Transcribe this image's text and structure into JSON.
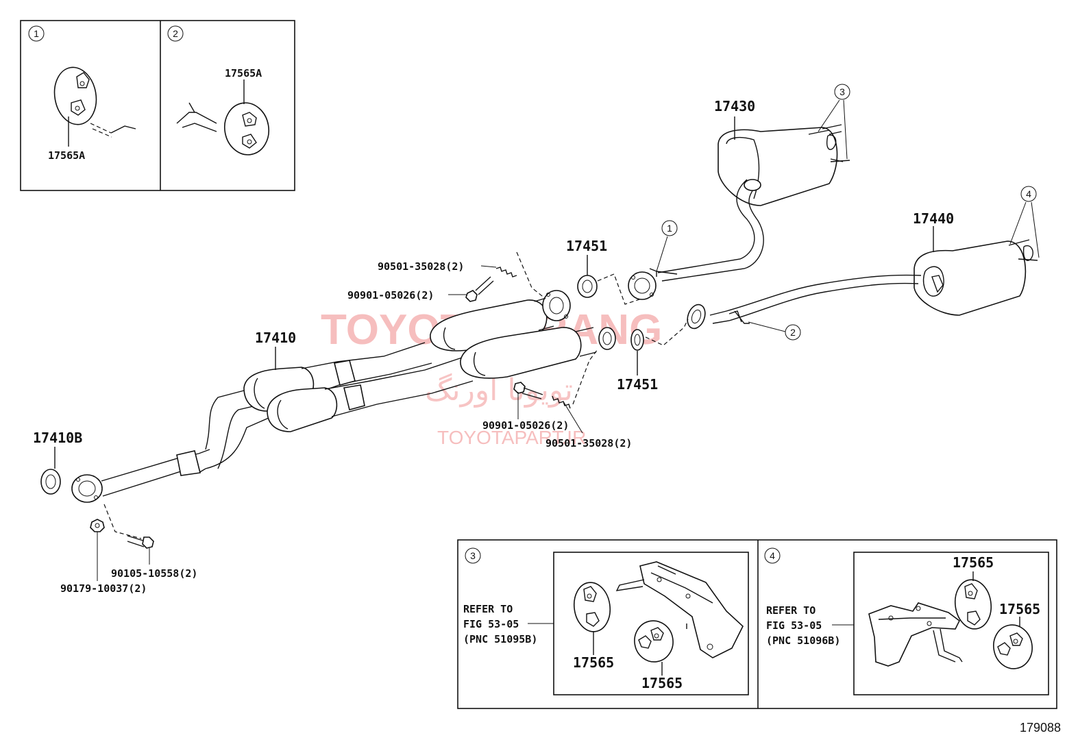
{
  "diagram": {
    "inset_markers": [
      "1",
      "2",
      "3",
      "4"
    ],
    "parts": {
      "hanger_a_1": "17565A",
      "hanger_a_2": "17565A",
      "tail_pipe_rh": "17430",
      "tail_pipe_lh": "17440",
      "gasket_upper": "17451",
      "gasket_lower": "17451",
      "front_pipe": "17410",
      "gasket_front": "17410B",
      "hanger_3a": "17565",
      "hanger_3b": "17565",
      "hanger_4a": "17565",
      "hanger_4b": "17565"
    },
    "fasteners": {
      "spring_upper": "90501-35028(2)",
      "bolt_upper": "90901-05026(2)",
      "bolt_lower": "90901-05026(2)",
      "spring_lower": "90501-35028(2)",
      "bolt_front": "90105-10558(2)",
      "nut_front": "90179-10037(2)"
    },
    "refs": {
      "inset3": [
        "REFER TO",
        "FIG 53-05",
        "(PNC 51095B)"
      ],
      "inset4": [
        "REFER TO",
        "FIG 53-05",
        "(PNC 51096B)"
      ]
    },
    "figure_number": "179088"
  },
  "watermark": {
    "line1": "TOYOTA ORANG",
    "line2": "تویوتا اورنگ",
    "line3": "TOYOTAPART.IR",
    "color": "#f08a8a"
  }
}
